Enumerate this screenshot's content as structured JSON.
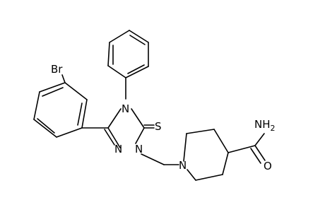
{
  "molecule": {
    "atoms": {
      "bromine": "Br",
      "n4": "N",
      "n2": "N",
      "n1": "N",
      "thione_s": "S",
      "piperidine_n": "N",
      "amide_nh2": "NH",
      "amide_nh2_sub": "2",
      "amide_o": "O"
    }
  }
}
